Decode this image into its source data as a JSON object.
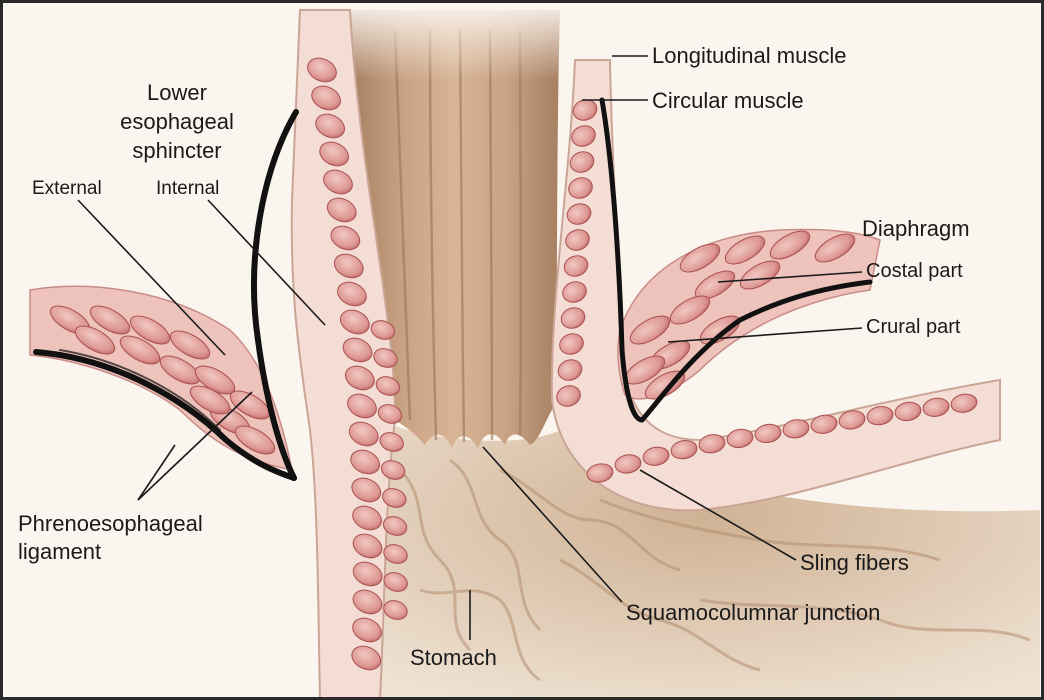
{
  "labels": {
    "les_line1": "Lower",
    "les_line2": "esophageal",
    "les_line3": "sphincter",
    "external": "External",
    "internal": "Internal",
    "phreno_line1": "Phrenoesophageal",
    "phreno_line2": "ligament",
    "longitudinal": "Longitudinal muscle",
    "circular": "Circular muscle",
    "diaphragm": "Diaphragm",
    "costal": "Costal part",
    "crural": "Crural part",
    "sling": "Sling fibers",
    "squamo": "Squamocolumnar junction",
    "stomach": "Stomach"
  },
  "colors": {
    "border": "#2a2a2a",
    "background": "#fbf5ef",
    "lumen": "#c9a283",
    "lumen_shade": "#a67e60",
    "stomach_mucosa": "#dbc3aa",
    "muscle": "#d98f8c",
    "muscle_dark": "#b8605f",
    "muscle_light": "#f0c3bd",
    "ligament": "#111111",
    "leader": "#1a1a1a"
  }
}
